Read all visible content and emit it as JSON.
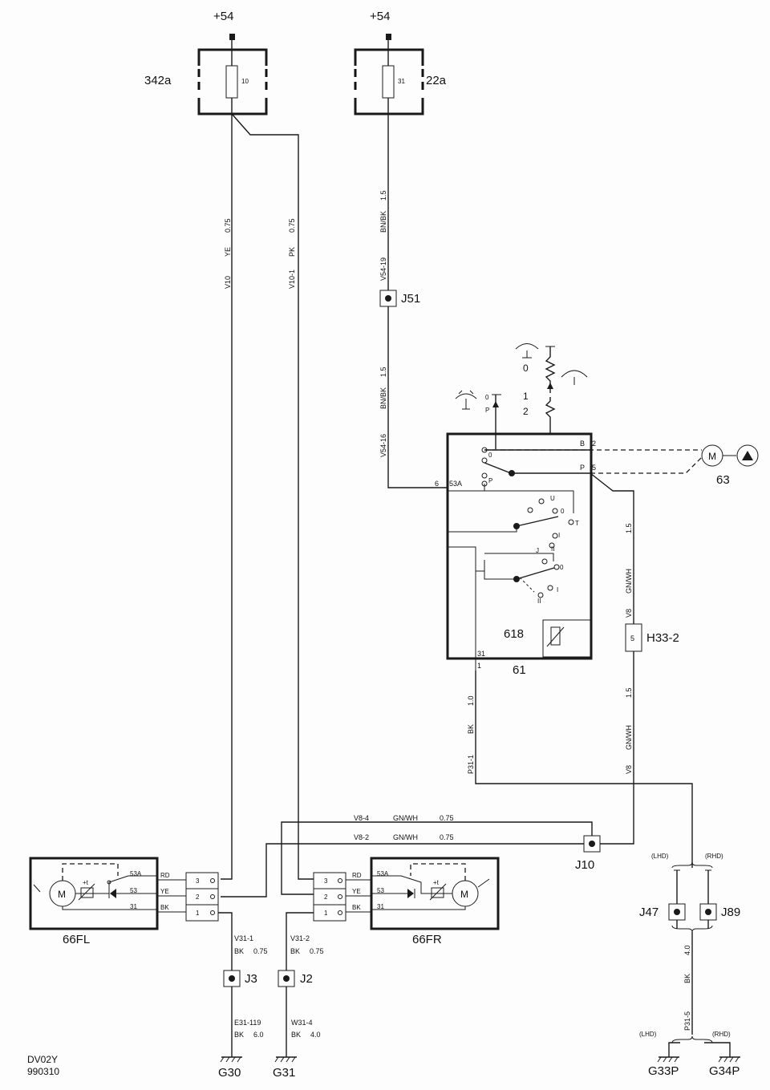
{
  "supplies": [
    {
      "id": "supply-left",
      "label": "+54"
    },
    {
      "id": "supply-right",
      "label": "+54"
    }
  ],
  "fuses": [
    {
      "id": "fuse-342a",
      "name": "342a",
      "rating": "10"
    },
    {
      "id": "fuse-22a",
      "name": "22a",
      "rating": "31"
    }
  ],
  "wires": {
    "w1": {
      "id": "V10",
      "color": "YE",
      "size": "0.75"
    },
    "w2": {
      "id": "V10-1",
      "color": "PK",
      "size": "0.75"
    },
    "w3a": {
      "id": "V54-19",
      "color": "BN/BK",
      "size": "1.5"
    },
    "w3b": {
      "id": "V54-16",
      "color": "BN/BK",
      "size": "1.5"
    },
    "w4": {
      "id": "V8",
      "color": "GN/WH",
      "size": "1.5"
    },
    "w5": {
      "id": "V8",
      "color": "GN/WH",
      "size": "1.5"
    },
    "w6": {
      "id": "P31-1",
      "color": "BK",
      "size": "1.0"
    },
    "w7": {
      "id": "V8-4",
      "color": "GN/WH",
      "size": "0.75"
    },
    "w8": {
      "id": "V8-2",
      "color": "GN/WH",
      "size": "0.75"
    },
    "w9": {
      "id": "V31-1",
      "color": "BK",
      "size": "0.75"
    },
    "w10": {
      "id": "V31-2",
      "color": "BK",
      "size": "0.75"
    },
    "w11": {
      "id": "E31-119",
      "color": "BK",
      "size": "6.0"
    },
    "w12": {
      "id": "W31-4",
      "color": "BK",
      "size": "4.0"
    },
    "w13": {
      "id": "P31-5",
      "color": "BK",
      "size": "4.0"
    }
  },
  "junctions": {
    "j51": "J51",
    "j10": "J10",
    "j3": "J3",
    "j2": "J2",
    "j47": "J47",
    "j89": "J89"
  },
  "switch_61": {
    "name": "61",
    "sub": "618",
    "terminals": {
      "b": "B",
      "b_num": "2",
      "p": "P",
      "p_num": "5",
      "t6": "6",
      "t53a": "53A",
      "t31": "31",
      "t1": "1"
    },
    "positions": {
      "zero": "0",
      "p": "P",
      "u": "U",
      "o": "0",
      "t": "T",
      "i": "I",
      "ii": "II",
      "j": "J",
      "o2": "0",
      "i2": "I",
      "ii2": "II"
    },
    "washer_labels": {
      "zero": "0",
      "p": "P"
    },
    "wiper_labels": {
      "zero": "0",
      "one": "1",
      "two": "2"
    }
  },
  "connector_h33": {
    "name": "H33-2",
    "pin": "5"
  },
  "motor_63": {
    "name": "63",
    "symbol": "M"
  },
  "motor_fl": {
    "name": "66FL",
    "symbol": "M",
    "plus": "+t",
    "terms": [
      "53A",
      "53",
      "31"
    ],
    "wires": [
      "RD",
      "YE",
      "BK"
    ],
    "pins": [
      "3",
      "2",
      "1"
    ]
  },
  "motor_fr": {
    "name": "66FR",
    "symbol": "M",
    "plus": "+t",
    "terms": [
      "53A",
      "53",
      "31"
    ],
    "wires": [
      "RD",
      "YE",
      "BK"
    ],
    "pins": [
      "3",
      "2",
      "1"
    ]
  },
  "grounds": {
    "g30": "G30",
    "g31": "G31",
    "g33p": "G33P",
    "g34p": "G34P"
  },
  "variants": {
    "lhd_top": "(LHD)",
    "rhd_top": "(RHD)",
    "lhd_bot": "(LHD)",
    "rhd_bot": "(RHD)"
  },
  "footer": {
    "code": "DV02Y",
    "date": "990310"
  }
}
